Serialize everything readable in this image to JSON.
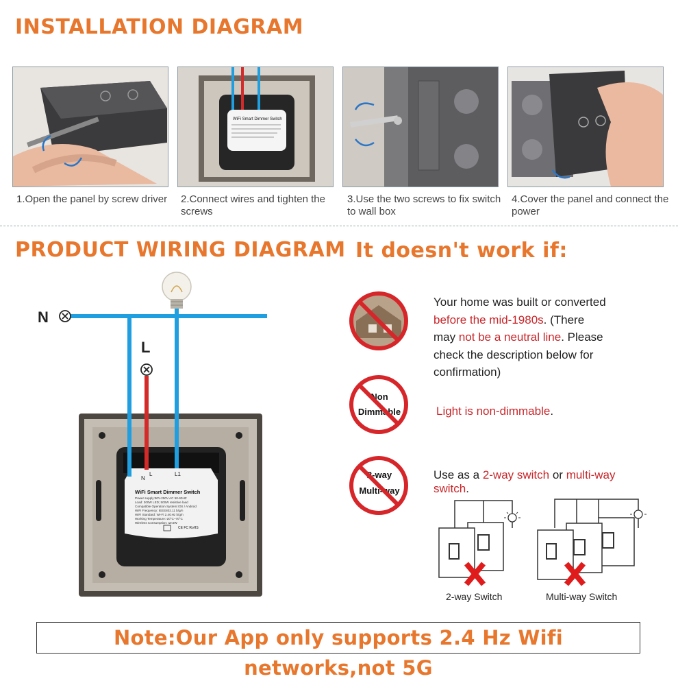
{
  "install": {
    "title": "INSTALLATION DIAGRAM",
    "steps": [
      {
        "caption": "1.Open the panel by screw driver"
      },
      {
        "caption": "2.Connect wires and tighten the screws"
      },
      {
        "caption": "3.Use the two screws to fix switch to wall box"
      },
      {
        "caption": "4.Cover the panel and connect the power"
      }
    ],
    "module_label": "WiFi Smart Dimmer Switch"
  },
  "wiring": {
    "title": "PRODUCT WIRING DIAGRAM",
    "n_label": "N",
    "l_label": "L",
    "term_n": "N",
    "term_l": "L",
    "term_l1": "L1",
    "module_title": "WiFi Smart Dimmer Switch",
    "module_specs": [
      "Power supply:90V-250V AC  50-60HZ",
      "Load: 300W LED; 500W resistive load",
      "Compatible Operation System:IOS / Android",
      "WiFi Frequency: IEEE802.11 b/g/n",
      "WiFi Standard: Wi-Fi 2.4GHz b/g/n",
      "Working Temperature:-20°C~70°C",
      "Wireless Consumption: ≤0.5W"
    ],
    "ce_mark": "CE FC RoHS"
  },
  "conditions": {
    "title": "It doesn't work if:",
    "c1": {
      "line1": "Your home was built or converted",
      "red1": "before the mid-1980s",
      "line2_rest": ". (There",
      "line3_pre": "may ",
      "red2": "not be a neutral line",
      "line3_post": ". Please",
      "line4": "check the description below for",
      "line5": "confirmation)"
    },
    "c2": {
      "icon_text1": "Non",
      "icon_text2": "Dimmable",
      "red": "Light is non-dimmable",
      "post": "."
    },
    "c3": {
      "icon_text1": "2-way",
      "icon_text2": "Multi-way",
      "pre": "Use as a ",
      "red1": "2-way switch",
      "mid": " or ",
      "red2": "multi-way",
      "red3": "switch",
      "post": "."
    },
    "two_way_label": "2-way Switch",
    "multi_way_label": "Multi-way Switch"
  },
  "note": "Note:Our App only supports 2.4 Hz Wifi networks,not 5G",
  "colors": {
    "accent": "#e8772e",
    "red_text": "#c8262a",
    "wire_blue": "#1f9fe0",
    "wire_red": "#d42a2a",
    "prohibit_red": "#d6262a"
  }
}
